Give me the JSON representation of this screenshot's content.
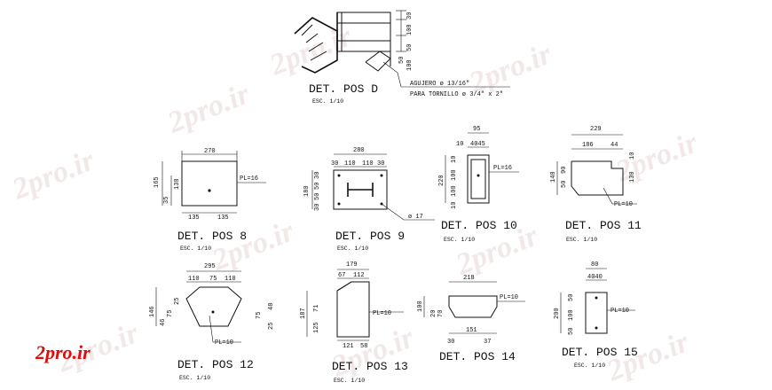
{
  "watermark": "2pro.ir",
  "brand": "2pro.ir",
  "details": {
    "d": {
      "title": "DET. POS D",
      "scale": "ESC. 1/10",
      "note1": "AGUJERO ø 13/16\"",
      "note2": "PARA TORNILLO ø 3/4\" x 2\"",
      "dims": [
        "30",
        "100",
        "50",
        "50",
        "100"
      ]
    },
    "p8": {
      "title": "DET. POS 8",
      "scale": "ESC. 1/10",
      "pl": "PL=16",
      "dims": [
        "270",
        "165",
        "35",
        "130",
        "135",
        "135"
      ]
    },
    "p9": {
      "title": "DET. POS 9",
      "scale": "ESC. 1/10",
      "hole": "ø 17",
      "dims": [
        "280",
        "30",
        "110",
        "110",
        "30",
        "180",
        "30",
        "50",
        "50",
        "30"
      ]
    },
    "p10": {
      "title": "DET. POS 10",
      "scale": "ESC. 1/10",
      "pl": "PL=16",
      "dims": [
        "95",
        "10",
        "4045",
        "220",
        "10",
        "100",
        "100",
        "10"
      ]
    },
    "p11": {
      "title": "DET. POS 11",
      "scale": "ESC. 1/10",
      "pl": "PL=10",
      "dims": [
        "229",
        "186",
        "44",
        "140",
        "50",
        "90",
        "10",
        "130"
      ]
    },
    "p12": {
      "title": "DET. POS 12",
      "scale": "ESC. 1/10",
      "pl": "PL=10",
      "dims": [
        "295",
        "110",
        "75",
        "110",
        "146",
        "46",
        "75",
        "25",
        "75",
        "48",
        "25"
      ]
    },
    "p13": {
      "title": "DET. POS 13",
      "scale": "ESC. 1/10",
      "pl": "PL=10",
      "dims": [
        "179",
        "67",
        "112",
        "187",
        "125",
        "71",
        "121",
        "58"
      ]
    },
    "p14": {
      "title": "DET. POS 14",
      "scale": "",
      "pl": "PL=10",
      "dims": [
        "218",
        "100",
        "20",
        "70",
        "151",
        "30",
        "37"
      ]
    },
    "p15": {
      "title": "DET. POS 15",
      "scale": "ESC. 1/10",
      "pl": "PL=10",
      "dims": [
        "80",
        "4040",
        "200",
        "50",
        "100",
        "50"
      ]
    }
  }
}
